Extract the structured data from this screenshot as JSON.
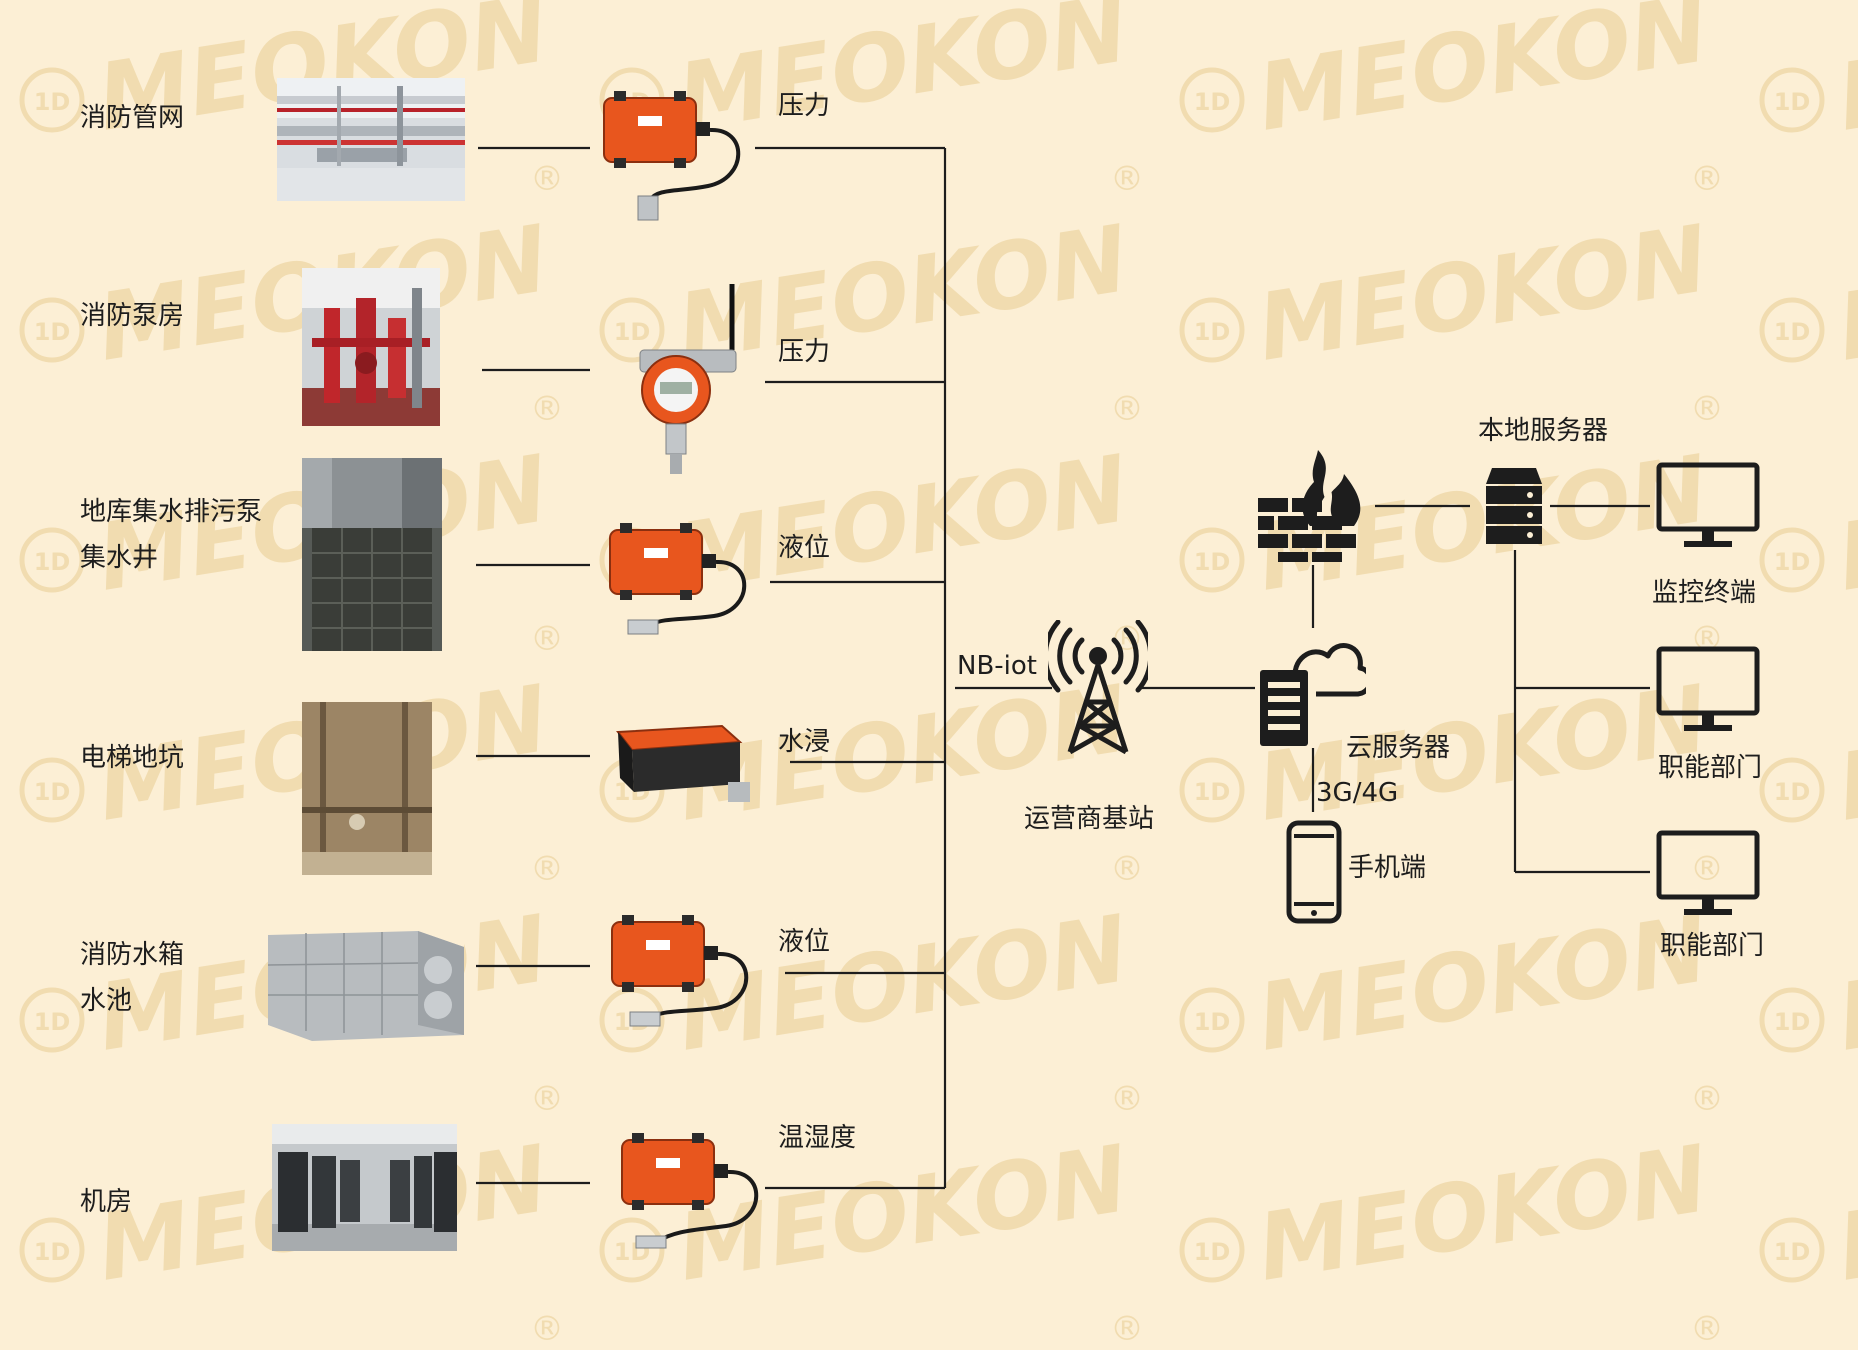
{
  "watermark": {
    "brand": "MEOKON",
    "mark": "1D",
    "registered": "®"
  },
  "sites": [
    {
      "lines": [
        "消防管网"
      ],
      "sensor_type": "压力"
    },
    {
      "lines": [
        "消防泵房"
      ],
      "sensor_type": "压力"
    },
    {
      "lines": [
        "地库集水排污泵",
        "集水井"
      ],
      "sensor_type": "液位"
    },
    {
      "lines": [
        "电梯地坑"
      ],
      "sensor_type": "水浸"
    },
    {
      "lines": [
        "消防水箱",
        "水池"
      ],
      "sensor_type": "液位"
    },
    {
      "lines": [
        "机房"
      ],
      "sensor_type": "温湿度"
    }
  ],
  "network": {
    "protocol": "NB-iot",
    "base_station": "运营商基站",
    "cloud_server": "云服务器",
    "mobile_link": "3G/4G",
    "mobile": "手机端",
    "local_server": "本地服务器",
    "terminals": [
      "监控终端",
      "职能部门",
      "职能部门"
    ]
  },
  "colors": {
    "background": "#fcefd5",
    "device_orange": "#e8561e",
    "line": "#1d1d1d",
    "watermark": "#f2dfb5"
  }
}
